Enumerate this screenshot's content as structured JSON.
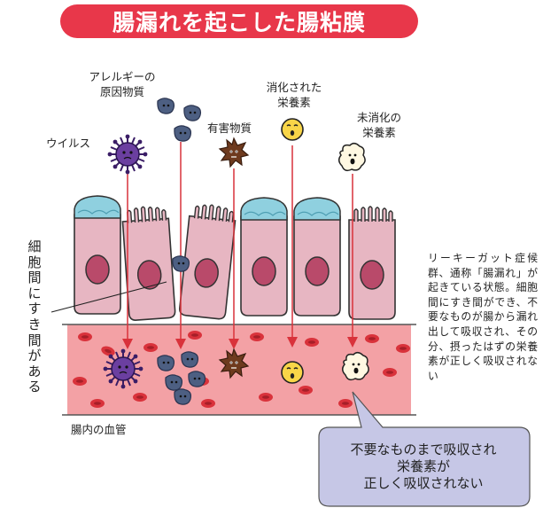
{
  "title": "腸漏れを起こした腸粘膜",
  "labels": {
    "allergen": "アレルギーの\n原因物質",
    "virus": "ウイルス",
    "harmful": "有害物質",
    "digested": "消化された\n栄養素",
    "undigested": "未消化の\n栄養素",
    "gap": "細胞間にすき間がある",
    "vessel": "腸内の血管"
  },
  "side_text": "リーキーガット症候群、通称「腸漏れ」が起きている状態。細胞間にすき間ができ、不要なものが腸から漏れ出して吸収され、その分、摂ったはずの栄養素が正しく吸収されない",
  "callout": "不要なものまで吸収され\n栄養素が\n正しく吸収されない",
  "colors": {
    "banner": "#e8374a",
    "cell": "#e7b6c2",
    "nucleus": "#b94a6a",
    "microvilli_cap": "#8fd0df",
    "vessel": "#f3a1a5",
    "red_blood_cell": "#d9323b",
    "arrow": "#d9323b",
    "virus": "#6b3fa0",
    "allergen": "#4d5f82",
    "harmful": "#6e3a1e",
    "digested": "#f8d548",
    "undigested": "#fff8e2",
    "callout_bubble": "#c6c7e6"
  }
}
